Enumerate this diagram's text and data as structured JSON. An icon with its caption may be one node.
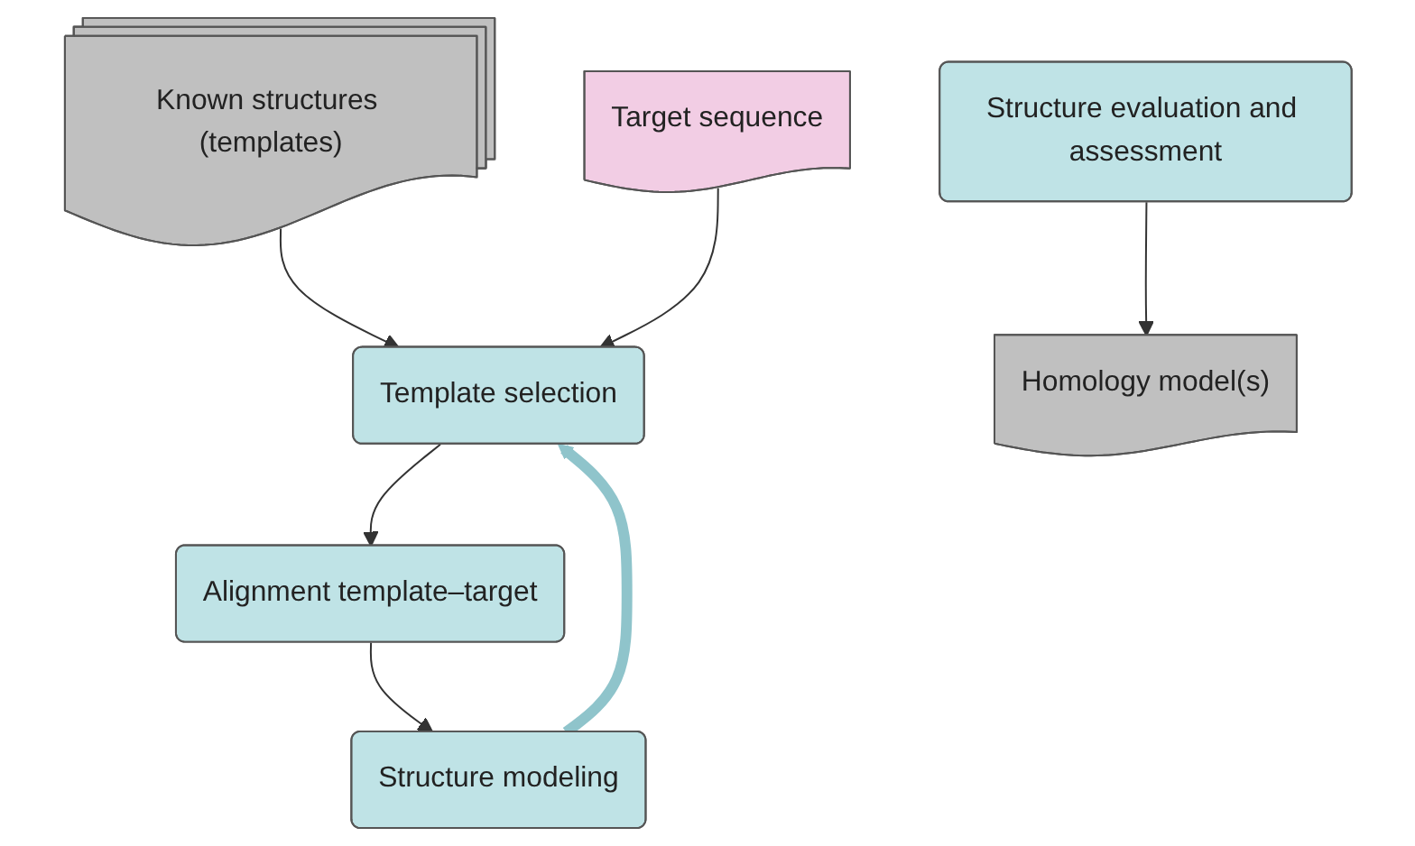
{
  "diagram": {
    "nodes": [
      {
        "text": [
          "Known structures (templates)"
        ]
      },
      {
        "text": [
          "Target sequence"
        ]
      },
      {
        "text": [
          "Template selection"
        ]
      },
      {
        "text": [
          "Alignment template–target"
        ]
      },
      {
        "text": [
          "Structure modeling"
        ]
      },
      {
        "text": [
          "Structure evaluation and assessment"
        ]
      },
      {
        "text": [
          "Homology model(s)"
        ]
      }
    ],
    "edges": [
      {
        "from": 0,
        "to": 2,
        "arrow": "to"
      },
      {
        "from": 1,
        "to": 2,
        "arrow": "to"
      },
      {
        "from": 2,
        "to": 3,
        "arrow": "to"
      },
      {
        "from": 3,
        "to": 4,
        "arrow": "to"
      },
      {
        "from": 4,
        "to": 2,
        "arrow": "to",
        "style": "thick",
        "color": "#8fc4cb"
      },
      {
        "from": 5,
        "to": 6,
        "arrow": "to"
      }
    ]
  }
}
